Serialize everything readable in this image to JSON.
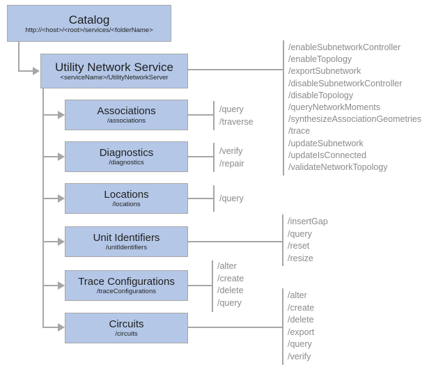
{
  "colors": {
    "node_fill": "#b4c7e7",
    "node_border": "#a6a6a6",
    "connector": "#a6a6a6",
    "ops_text": "#8a8a8a",
    "node_text": "#1f1f1f"
  },
  "nodes": {
    "catalog": {
      "title": "Catalog",
      "subtitle": "http://<host>/<root>/services/<folderName>"
    },
    "uns": {
      "title": "Utility Network Service",
      "subtitle": "<serviceName>/UtilityNetworkServer"
    },
    "associations": {
      "title": "Associations",
      "subtitle": "/associations"
    },
    "diagnostics": {
      "title": "Diagnostics",
      "subtitle": "/diagnostics"
    },
    "locations": {
      "title": "Locations",
      "subtitle": "/locations"
    },
    "unit_identifiers": {
      "title": "Unit Identifiers",
      "subtitle": "/unitIdentifiers"
    },
    "trace_configurations": {
      "title": "Trace Configurations",
      "subtitle": "/traceConfigurations"
    },
    "circuits": {
      "title": "Circuits",
      "subtitle": "/circuits"
    }
  },
  "operations": {
    "uns": [
      "/enableSubnetworkController",
      "/enableTopology",
      "/exportSubnetwork",
      "/disableSubnetworkController",
      "/disableTopology",
      "/queryNetworkMoments",
      "/synthesizeAssociationGeometries",
      "/trace",
      "/updateSubnetwork",
      "/updateIsConnected",
      "/validateNetworkTopology"
    ],
    "associations": [
      "/query",
      "/traverse"
    ],
    "diagnostics": [
      "/verify",
      "/repair"
    ],
    "locations": [
      "/query"
    ],
    "unit_identifiers": [
      "/insertGap",
      "/query",
      "/reset",
      "/resize"
    ],
    "trace_configurations": [
      "/alter",
      "/create",
      "/delete",
      "/query"
    ],
    "circuits": [
      "/alter",
      "/create",
      "/delete",
      "/export",
      "/query",
      "/verify"
    ]
  }
}
